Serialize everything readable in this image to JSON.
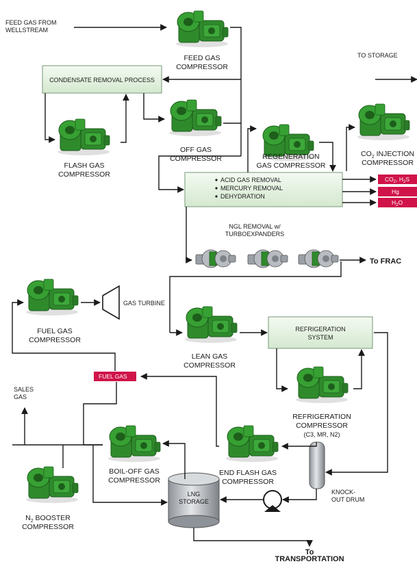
{
  "labels": {
    "feed_gas_from_wellstream_1": "FEED GAS FROM",
    "feed_gas_from_wellstream_2": "WELLSTREAM",
    "to_storage": "TO STORAGE",
    "feed_gas_compressor_1": "FEED GAS",
    "feed_gas_compressor_2": "COMPRESSOR",
    "condensate_removal_process": "CONDENSATE REMOVAL PROCESS",
    "off_gas_compressor_1": "OFF GAS",
    "off_gas_compressor_2": "COMPRESSOR",
    "flash_gas_compressor_1": "FLASH GAS",
    "flash_gas_compressor_2": "COMPRESSOR",
    "co2_injection_1_pre": "CO",
    "co2_injection_1_sub": "2",
    "co2_injection_1_post": " INJECTION",
    "co2_injection_2": "COMPRESSOR",
    "regeneration_1": "REGENERATION",
    "regeneration_2": "GAS COMPRESSOR",
    "treatment_items": [
      "ACID GAS REMOVAL",
      "MERCURY REMOVAL",
      "DEHYDRATION"
    ],
    "ngl_removal_1": "NGL REMOVAL w/",
    "ngl_removal_2": "TURBOEXPANDERS",
    "to_frac": "To FRAC",
    "gas_turbine": "GAS TURBINE",
    "fuel_gas_compressor_1": "FUEL GAS",
    "fuel_gas_compressor_2": "COMPRESSOR",
    "lean_gas_compressor_1": "LEAN GAS",
    "lean_gas_compressor_2": "COMPRESSOR",
    "refrigeration_system_1": "REFRIGERATION",
    "refrigeration_system_2": "SYSTEM",
    "fuel_gas_tag": "FUEL GAS",
    "sales_gas_1": "SALES",
    "sales_gas_2": "GAS",
    "refrigeration_compressor_1": "REFRIGERATION",
    "refrigeration_compressor_2": "COMPRESSOR",
    "refrigerants": "(C3, MR, N2)",
    "boil_off_1": "BOIL-OFF GAS",
    "boil_off_2": "COMPRESSOR",
    "end_flash_1": "END FLASH GAS",
    "end_flash_2": "COMPRESSOR",
    "knockout_1": "KNOCK-",
    "knockout_2": "OUT DRUM",
    "lng_storage_1": "LNG",
    "lng_storage_2": "STORAGE",
    "n2_booster_1_pre": "N",
    "n2_booster_1_sub": "2",
    "n2_booster_1_post": " BOOSTER",
    "n2_booster_2": "COMPRESSOR",
    "to_transportation_1": "To",
    "to_transportation_2": "TRANSPORTATION"
  },
  "output_tags": [
    {
      "pre": "CO",
      "sub": "2",
      "post": ", H",
      "sub2": "2",
      "post2": "S"
    },
    {
      "pre": "Hg",
      "sub": "",
      "post": "",
      "sub2": "",
      "post2": ""
    },
    {
      "pre": "H",
      "sub": "2",
      "post": "O",
      "sub2": "",
      "post2": ""
    }
  ],
  "colors": {
    "compressor_green": "#2f8a2c",
    "compressor_dark": "#1d5e1b",
    "box_fill": "#e5f1e2",
    "box_stroke": "#8aa88a",
    "tag_red": "#d0144a",
    "steel": "#b8bcc2"
  }
}
